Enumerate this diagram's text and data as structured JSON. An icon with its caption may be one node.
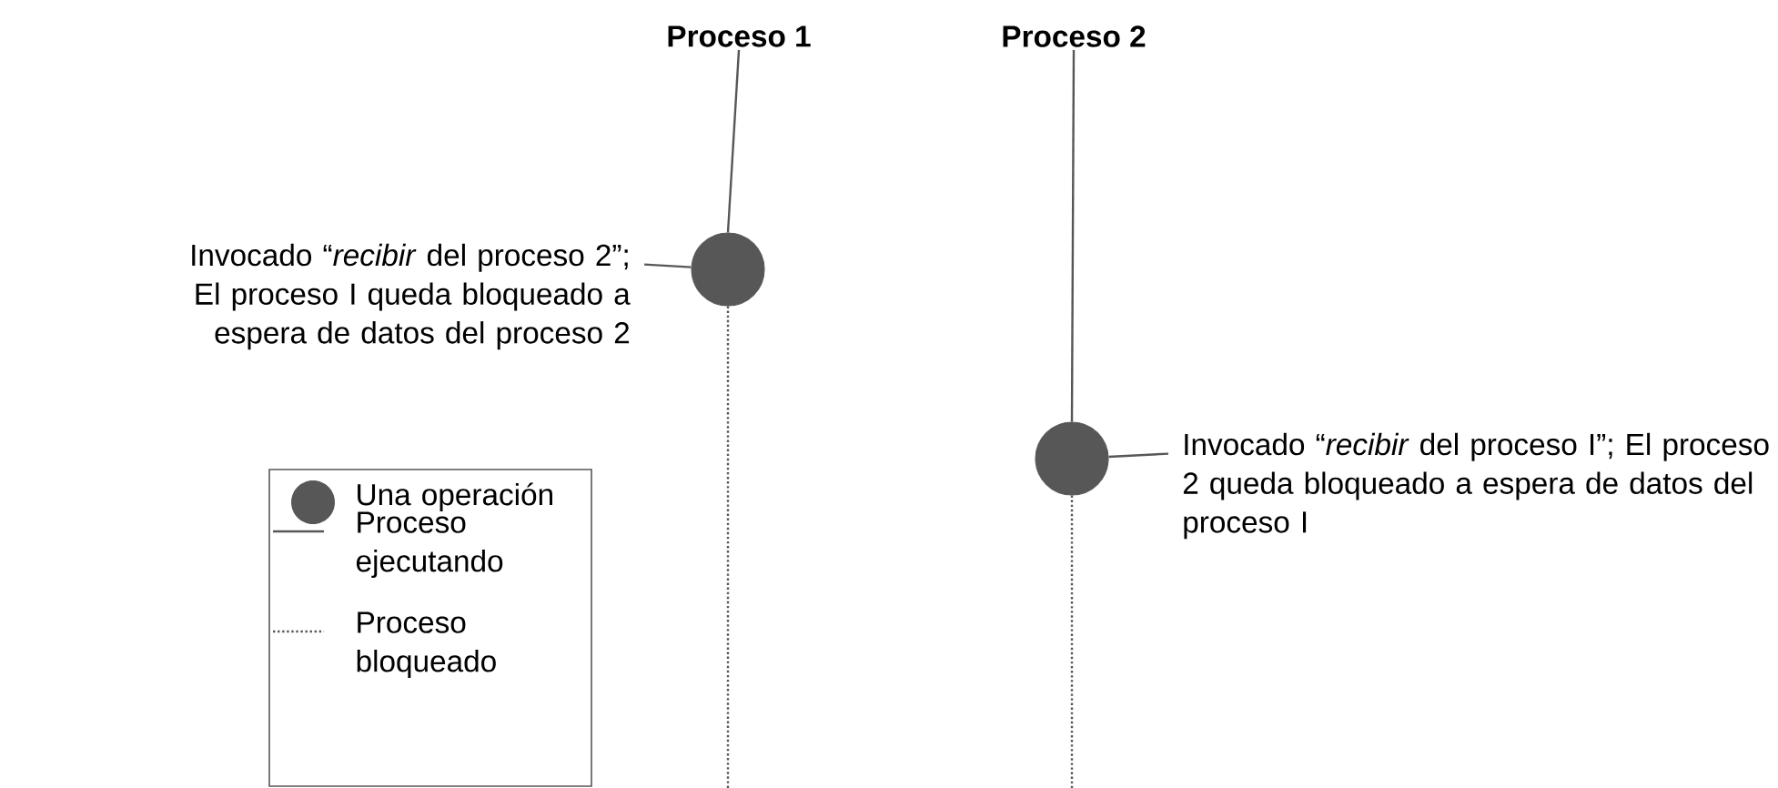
{
  "diagram": {
    "nodes": [
      {
        "text": [
          "Proceso 1"
        ]
      },
      {
        "text": [
          "Proceso 2"
        ]
      },
      {
        "text": [],
        "shape": "circle"
      },
      {
        "text": [],
        "shape": "circle"
      },
      {
        "text": [
          "Invocado “*recibir* del proceso 2”; El proceso I queda bloqueado a espera de datos del proceso 2"
        ]
      },
      {
        "text": [
          "Invocado “*recibir* del proceso I”; El proceso 2 queda bloqueado a espera de datos del proceso I"
        ]
      }
    ],
    "edges": [
      {
        "from": 0,
        "to": 2,
        "arrow": "none"
      },
      {
        "from": 2,
        "to": null,
        "arrow": "none",
        "style": "dashed"
      },
      {
        "from": 1,
        "to": 3,
        "arrow": "none"
      },
      {
        "from": 3,
        "to": null,
        "arrow": "none",
        "style": "dashed"
      },
      {
        "from": 4,
        "to": 2,
        "arrow": "none"
      },
      {
        "from": 5,
        "to": 3,
        "arrow": "none"
      }
    ],
    "legend": [
      {
        "text": "Una operación",
        "color": "#575757"
      },
      {
        "text": "Proceso ejecutando"
      },
      {
        "text": "Proceso bloqueado"
      }
    ]
  }
}
